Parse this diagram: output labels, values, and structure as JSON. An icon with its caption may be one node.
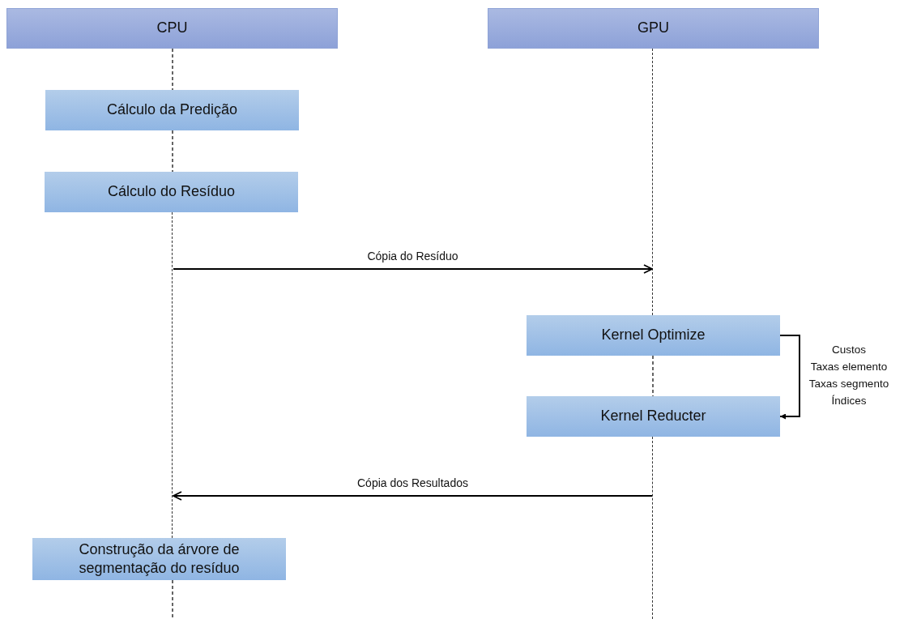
{
  "diagram": {
    "nodes": [
      {
        "text": [
          "CPU"
        ]
      },
      {
        "text": [
          "GPU"
        ]
      },
      {
        "text": [
          "Cálculo da Predição"
        ]
      },
      {
        "text": [
          "Cálculo do Resíduo"
        ]
      },
      {
        "text": [
          "Kernel Optimize"
        ]
      },
      {
        "text": [
          "Kernel Reducter"
        ]
      },
      {
        "text": [
          "Construção da árvore de segmentação do resíduo"
        ]
      },
      {
        "text": [],
        "shape": "line"
      },
      {
        "text": [],
        "shape": "line"
      },
      {
        "text": [],
        "shape": "line"
      }
    ],
    "edges": [
      {
        "from": 7,
        "to": 8,
        "arrow": "to",
        "label": "Cópia do Resíduo"
      },
      {
        "from": 9,
        "to": 7,
        "arrow": "to",
        "label": "Cópia dos Resultados"
      },
      {
        "from": 4,
        "to": 5,
        "arrow": "to"
      },
      {
        "from": 0,
        "to": 2,
        "arrow": "none",
        "style": "dashed"
      },
      {
        "from": 2,
        "to": 3,
        "arrow": "none",
        "style": "dashed"
      },
      {
        "from": 4,
        "to": 5,
        "arrow": "none",
        "style": "dashed"
      },
      {
        "from": 6,
        "to": null,
        "arrow": "none",
        "style": "dashed"
      }
    ],
    "labels": [
      "Custos",
      "Taxas elemento",
      "Taxas segmento",
      "Índices"
    ]
  }
}
